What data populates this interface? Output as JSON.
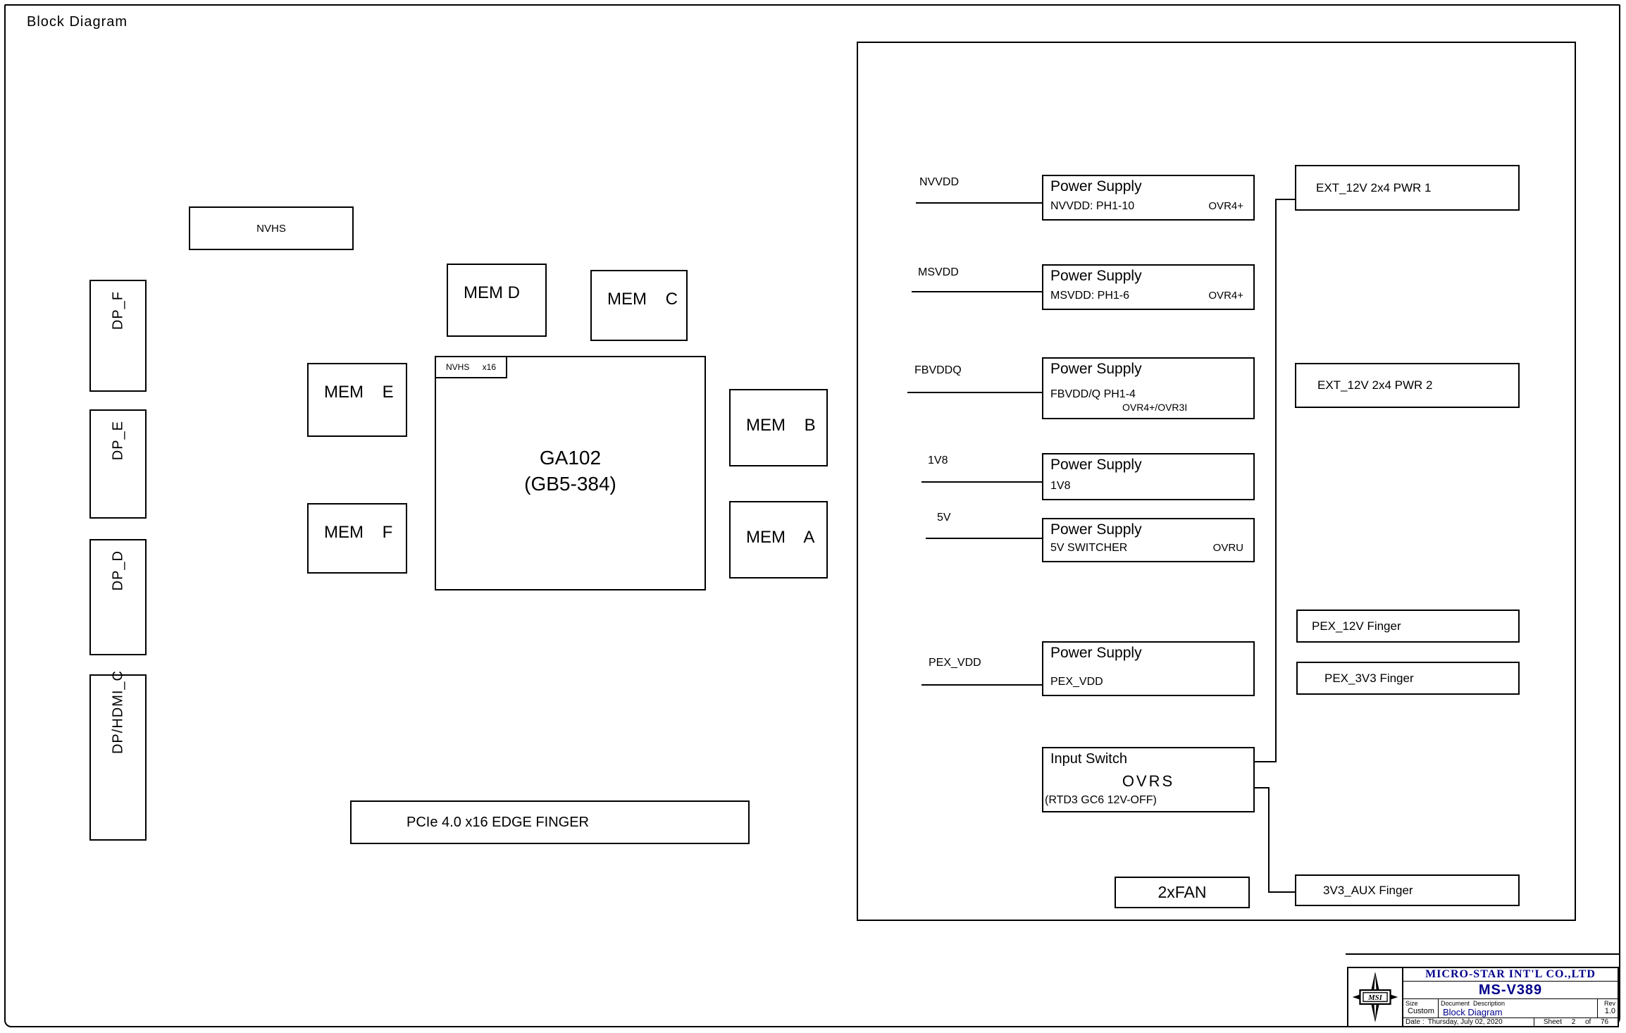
{
  "page": {
    "title": "Block Diagram"
  },
  "left_ports": [
    {
      "id": "dp_f",
      "label": "DP_F"
    },
    {
      "id": "dp_e",
      "label": "DP_E"
    },
    {
      "id": "dp_d",
      "label": "DP_D"
    },
    {
      "id": "dp_hdmi_c",
      "label": "DP/HDMI_C"
    }
  ],
  "nvhs_connector": {
    "label": "NVHS"
  },
  "gpu": {
    "name": "GA102",
    "package": "(GB5-384)",
    "corner_bus": "NVHS",
    "corner_lanes": "x16"
  },
  "mem": [
    {
      "id": "mem_d",
      "label": "MEM D"
    },
    {
      "id": "mem_c",
      "label": "MEM    C"
    },
    {
      "id": "mem_e",
      "label": "MEM    E"
    },
    {
      "id": "mem_f",
      "label": "MEM    F"
    },
    {
      "id": "mem_b",
      "label": "MEM    B"
    },
    {
      "id": "mem_a",
      "label": "MEM    A"
    }
  ],
  "pcie": {
    "label": "PCIe 4.0 x16 EDGE FINGER"
  },
  "power": {
    "supplies": [
      {
        "net": "NVVDD",
        "title": "Power Supply",
        "detail": "NVVDD: PH1-10",
        "tag": "OVR4+"
      },
      {
        "net": "MSVDD",
        "title": "Power Supply",
        "detail": "MSVDD: PH1-6",
        "tag": "OVR4+"
      },
      {
        "net": "FBVDDQ",
        "title": "Power Supply",
        "detail": "FBVDD/Q PH1-4",
        "tag": "OVR4+/OVR3I"
      },
      {
        "net": "1V8",
        "title": "Power Supply",
        "detail": "1V8",
        "tag": ""
      },
      {
        "net": "5V",
        "title": "Power Supply",
        "detail": "5V SWITCHER",
        "tag": "OVRU"
      },
      {
        "net": "PEX_VDD",
        "title": "Power Supply",
        "detail": "PEX_VDD",
        "tag": ""
      }
    ],
    "input_switch": {
      "title": "Input Switch",
      "device": "OVRS",
      "note": "(RTD3 GC6 12V-OFF)"
    }
  },
  "connectors": {
    "ext_pwr1": "EXT_12V 2x4 PWR 1",
    "ext_pwr2": "EXT_12V 2x4 PWR 2",
    "pex_12v": "PEX_12V Finger",
    "pex_3v3": "PEX_3V3 Finger",
    "aux_3v3": "3V3_AUX Finger",
    "fan": "2xFAN"
  },
  "title_block": {
    "logo": "MSI",
    "company": "MICRO-STAR INT'L CO.,LTD",
    "model": "MS-V389",
    "size_label": "Size",
    "size_value": "Custom",
    "doc_label": "Document  Description",
    "doc_value": "Block Diagram",
    "rev_label": "Rev",
    "rev_value": "1.0",
    "date_label": "Date :",
    "date_value": "Thursday, July 02, 2020",
    "sheet_label": "Sheet",
    "sheet_number": "2",
    "of_label": "of",
    "sheet_total": "76"
  },
  "colors": {
    "accent": "#00008B",
    "line": "#000000",
    "background": "#FFFFFF"
  }
}
